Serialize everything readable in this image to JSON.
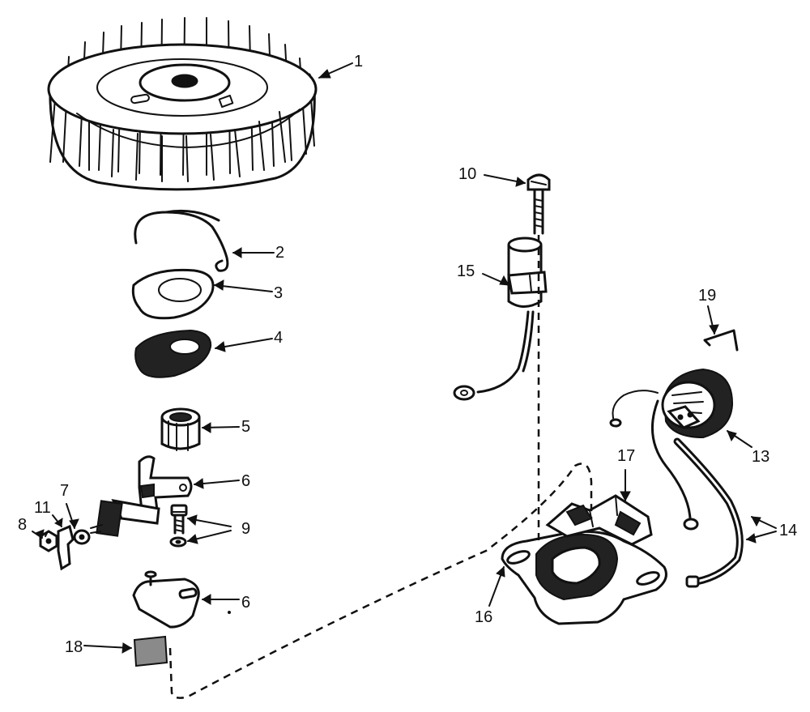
{
  "callouts": [
    "1",
    "2",
    "3",
    "4",
    "5",
    "6",
    "6",
    "7",
    "8",
    "9",
    "10",
    "11",
    "13",
    "14",
    "15",
    "16",
    "17",
    "18",
    "19"
  ],
  "parts": [
    "flywheel",
    "spring-clip",
    "felt-retainer",
    "felt-wick",
    "bushing",
    "breaker-arm",
    "screw-washer",
    "breaker-plate",
    "pressure-washer",
    "nut",
    "insulator",
    "ignition-coil",
    "lead-wires",
    "condenser",
    "condenser-screw",
    "armature-core",
    "coil-bracket",
    "breaker-cover",
    "retainer-clip"
  ]
}
